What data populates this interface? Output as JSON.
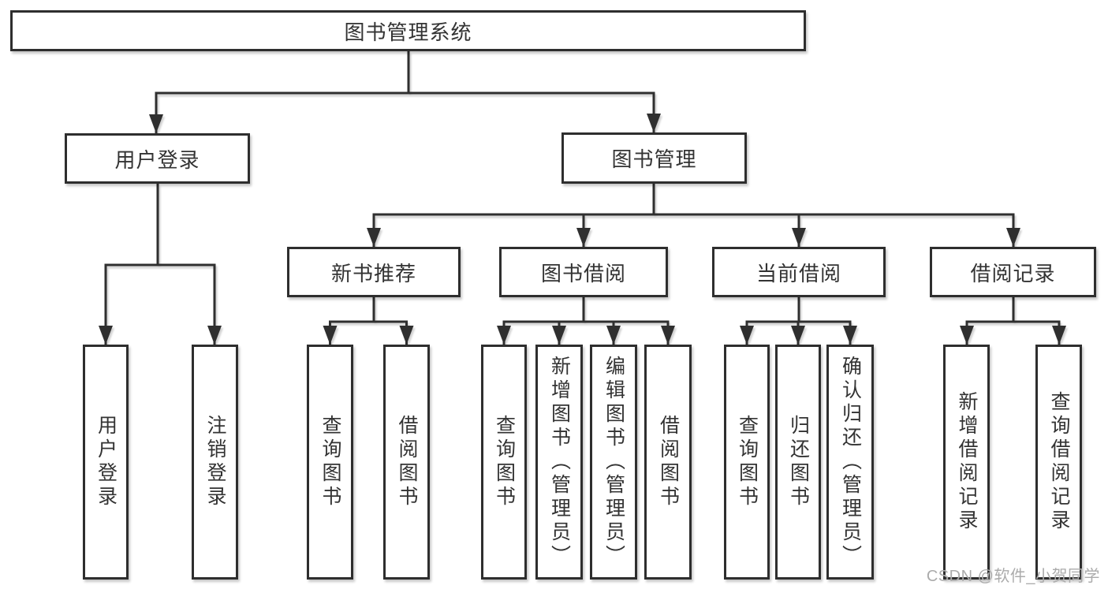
{
  "diagram": {
    "root": {
      "label": "图书管理系统"
    },
    "level2": [
      {
        "label": "用户登录"
      },
      {
        "label": "图书管理"
      }
    ],
    "level3": [
      {
        "label": "新书推荐"
      },
      {
        "label": "图书借阅"
      },
      {
        "label": "当前借阅"
      },
      {
        "label": "借阅记录"
      }
    ],
    "leaves": [
      {
        "label": "用户登录"
      },
      {
        "label": "注销登录"
      },
      {
        "label": "查询图书"
      },
      {
        "label": "借阅图书"
      },
      {
        "label": "查询图书"
      },
      {
        "label": "新增图书（管理员）"
      },
      {
        "label": "编辑图书（管理员）"
      },
      {
        "label": "借阅图书"
      },
      {
        "label": "查询图书"
      },
      {
        "label": "归还图书"
      },
      {
        "label": "确认归还（管理员）"
      },
      {
        "label": "新增借阅记录"
      },
      {
        "label": "查询借阅记录"
      }
    ]
  },
  "watermark": "CSDN @软件_小贺同学",
  "colors": {
    "line": "#2f2f2f",
    "border": "#2e2e2e",
    "text": "#333333",
    "background": "#ffffff",
    "watermark": "#ababab"
  }
}
